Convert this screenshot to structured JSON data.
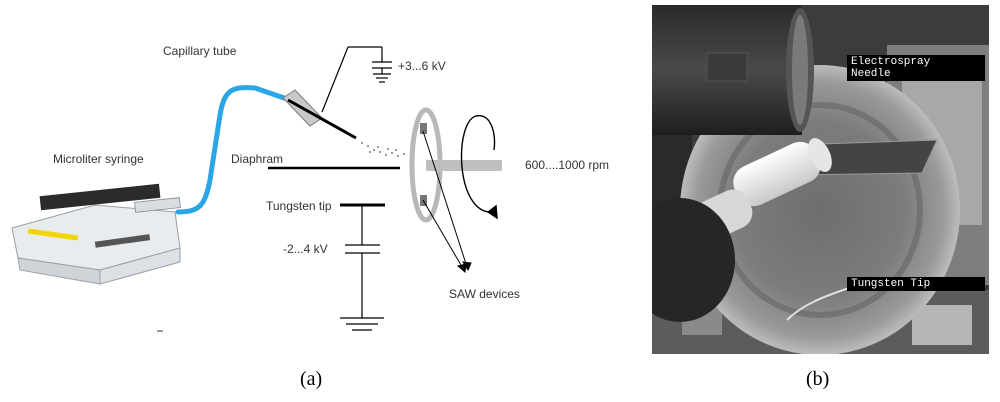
{
  "panel_a": {
    "capillary_label": "Capillary tube",
    "syringe_label": "Microliter syringe",
    "high_voltage_label": "+3...6 kV",
    "diaphragm_label": "Diaphram",
    "rpm_label": "600....1000 rpm",
    "tungsten_label": "Tungsten tip",
    "neg_voltage_label": "-2...4 kV",
    "saw_label": "SAW devices",
    "caption": "(a)"
  },
  "panel_b": {
    "needle_label_line1": "Electrospray",
    "needle_label_line2": "Needle",
    "tip_label": "Tungsten Tip",
    "caption": "(b)"
  },
  "colors": {
    "capillary": "#2aa6e6",
    "line": "#000000",
    "rod": "#bfbfbf"
  }
}
